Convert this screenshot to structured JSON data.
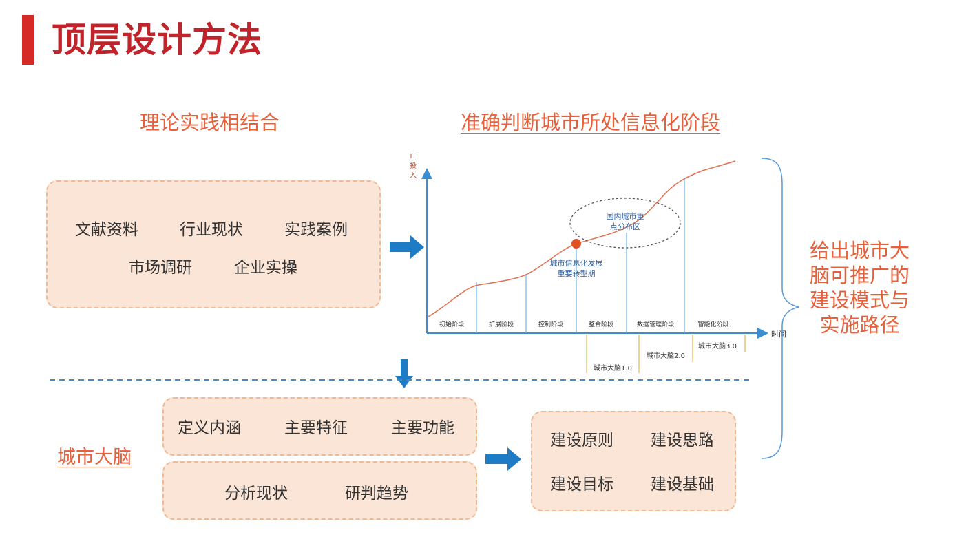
{
  "title": "顶层设计方法",
  "left_heading": "理论实践相结合",
  "chart_heading": "准确判断城市所处信息化阶段",
  "left_box": {
    "row1": [
      "文献资料",
      "行业现状",
      "实践案例"
    ],
    "row2": [
      "市场调研",
      "企业实操"
    ]
  },
  "chart": {
    "y_axis_label": "IT\n投\n入",
    "x_axis_label": "时间",
    "stages": [
      "初始阶段",
      "扩展阶段",
      "控制阶段",
      "整合阶段",
      "数据管理阶段",
      "智能化阶段"
    ],
    "ellipse_label_line1": "国内城市重",
    "ellipse_label_line2": "点分布区",
    "point_label_line1": "城市信息化发展",
    "point_label_line2": "重要转型期",
    "milestones": [
      "城市大脑1.0",
      "城市大脑2.0",
      "城市大脑3.0"
    ]
  },
  "right_text": [
    "给出城市大",
    "脑可推广的",
    "建设模式与",
    "实施路径"
  ],
  "city_brain_label": "城市大脑",
  "middle_box1": [
    "定义内涵",
    "主要特征",
    "主要功能"
  ],
  "middle_box2": [
    "分析现状",
    "研判趋势"
  ],
  "right_box": {
    "row1": [
      "建设原则",
      "建设思路"
    ],
    "row2": [
      "建设目标",
      "建设基础"
    ]
  },
  "colors": {
    "accent_red": "#c0242a",
    "orange_text": "#e8603a",
    "box_fill": "#fbe5d6",
    "box_border": "#f0b893",
    "arrow_blue": "#1e7cc4",
    "axis_blue": "#3b8fd0",
    "curve": "#e07050"
  }
}
